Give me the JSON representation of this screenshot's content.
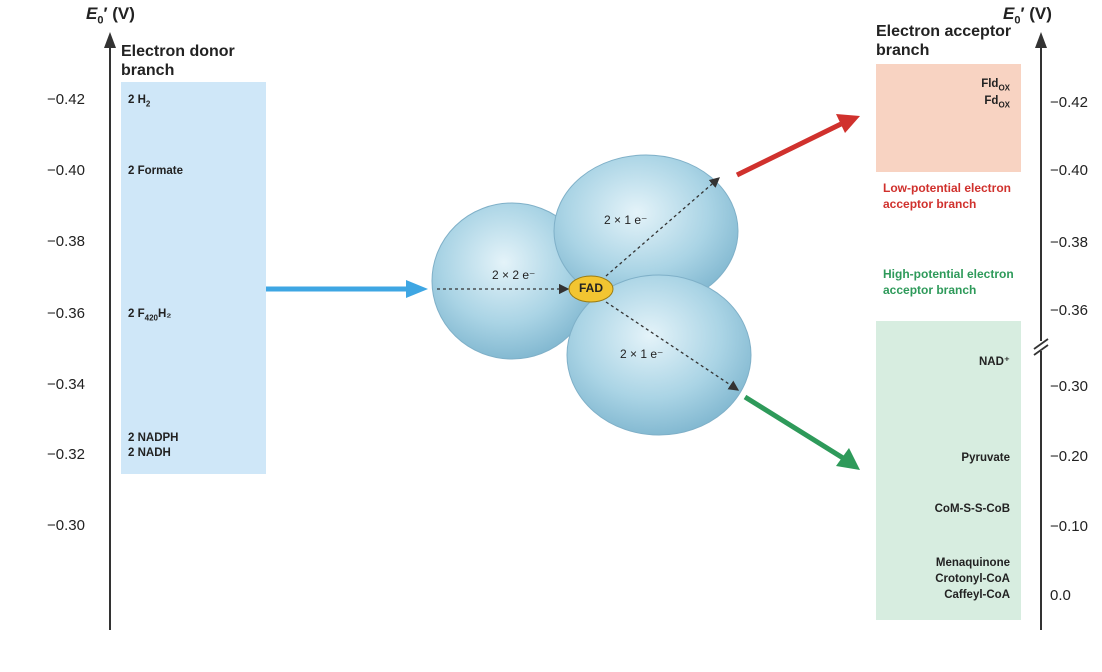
{
  "left_axis": {
    "title_symbol": "E",
    "title_sub": "0",
    "title_unit": "′ (V)",
    "ticks": [
      "−0.42",
      "−0.40",
      "−0.38",
      "−0.36",
      "−0.34",
      "−0.32",
      "−0.30"
    ]
  },
  "right_axis": {
    "title_symbol": "E",
    "title_sub": "0",
    "title_unit": "′ (V)",
    "ticks": [
      "−0.42",
      "−0.40",
      "−0.38",
      "−0.36",
      "−0.30",
      "−0.20",
      "−0.10",
      "0.0"
    ]
  },
  "donor_branch": {
    "title": "Electron donor branch",
    "color": "#cfe7f8",
    "items": [
      {
        "base": "2 H",
        "sub": "2",
        "tail": ""
      },
      {
        "base": "2 Formate",
        "sub": "",
        "tail": ""
      },
      {
        "base": "2 F",
        "sub": "420",
        "tail": "H₂"
      },
      {
        "base": "2 NADPH",
        "sub": "",
        "tail": ""
      },
      {
        "base": "2 NADH",
        "sub": "",
        "tail": ""
      }
    ]
  },
  "acceptor_branch": {
    "title": "Electron acceptor branch",
    "low_box_color": "#f8d3c2",
    "high_box_color": "#d7ede0",
    "low_items": [
      {
        "base": "Fld",
        "sub": "OX"
      },
      {
        "base": "Fd",
        "sub": "OX"
      }
    ],
    "high_items": [
      "NAD⁺",
      "Pyruvate",
      "CoM-S-S-CoB",
      "Menaquinone",
      "Crotonyl-CoA",
      "Caffeyl-CoA"
    ]
  },
  "labels": {
    "low_potential": "Low-potential electron acceptor branch",
    "high_potential": "High-potential electron acceptor branch",
    "low_color": "#d0312d",
    "high_color": "#2e9a5a"
  },
  "enzyme": {
    "center_label": "FAD",
    "path_donor": "2 × 2 e⁻",
    "path_low": "2 × 1 e⁻",
    "path_high": "2 × 1 e⁻",
    "blob_color": "#a9d4e4",
    "fad_color": "#f2c531"
  },
  "arrows": {
    "donor_color": "#3ea6e3",
    "low_color": "#d0312d",
    "high_color": "#2e9a5a"
  },
  "icons": {
    "axis_break": "double-slash-break-icon"
  }
}
